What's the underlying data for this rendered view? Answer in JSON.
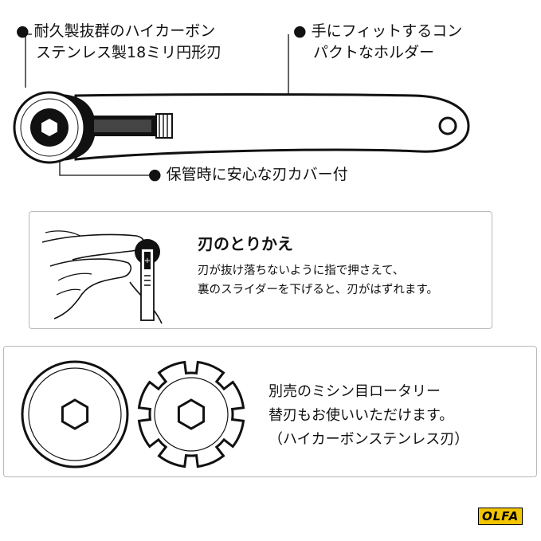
{
  "features": {
    "blade": {
      "line1": "耐久製抜群のハイカーボン",
      "line2": "ステンレス製18ミリ円形刃"
    },
    "holder": {
      "line1": "手にフィットするコン",
      "line2": "パクトなホルダー"
    },
    "cover": "保管時に安心な刃カバー付"
  },
  "bullet": "●",
  "replacement": {
    "title": "刃のとりかえ",
    "line1": "刃が抜け落ちないように指で押さえて、",
    "line2": "裏のスライダーを下げると、刃がはずれます。"
  },
  "separate_blades": {
    "line1": "別売のミシン目ロータリー",
    "line2": "替刃もお使いいただけます。",
    "line3": "（ハイカーボンステンレス刃）"
  },
  "brand": {
    "logo_text": "OLFA",
    "logo_color": "#f3c400"
  },
  "colors": {
    "ink": "#111111",
    "box_border": "#b9b9b9"
  }
}
